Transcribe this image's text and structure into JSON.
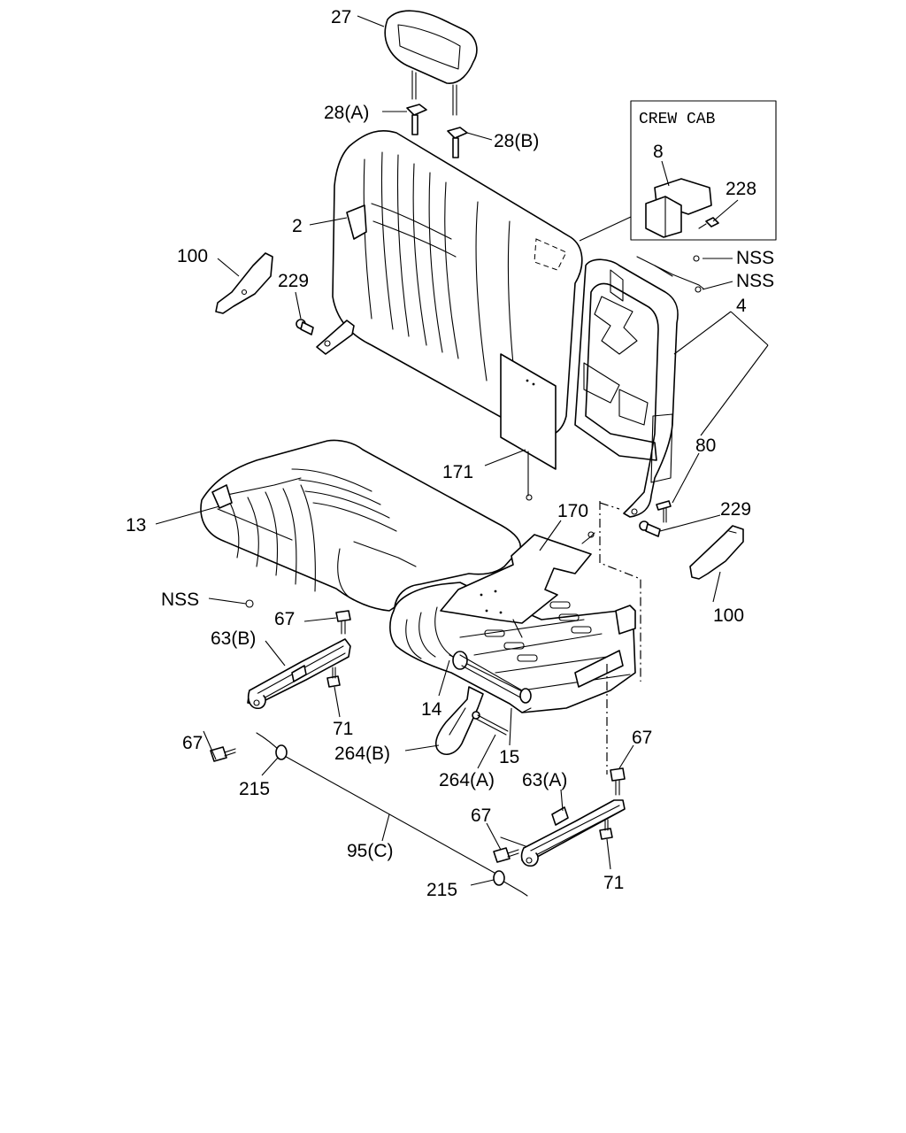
{
  "inset": {
    "title": "CREW CAB"
  },
  "labels": {
    "p27": "27",
    "p28a": "28(A)",
    "p28b": "28(B)",
    "p2": "2",
    "p100_left": "100",
    "p229_left": "229",
    "p8": "8",
    "p228": "228",
    "nss_top1": "NSS",
    "nss_top2": "NSS",
    "p4": "4",
    "p80": "80",
    "p171": "171",
    "p170": "170",
    "p229_right": "229",
    "p100_right": "100",
    "p13": "13",
    "nss_left": "NSS",
    "p67_a": "67",
    "p63b": "63(B)",
    "p67_b": "67",
    "p71_a": "71",
    "p14": "14",
    "p264b": "264(B)",
    "p15": "15",
    "p264a": "264(A)",
    "p63a": "63(A)",
    "p67_c": "67",
    "p67_d": "67",
    "p71_b": "71",
    "p215_a": "215",
    "p95c": "95(C)",
    "p215_b": "215"
  }
}
